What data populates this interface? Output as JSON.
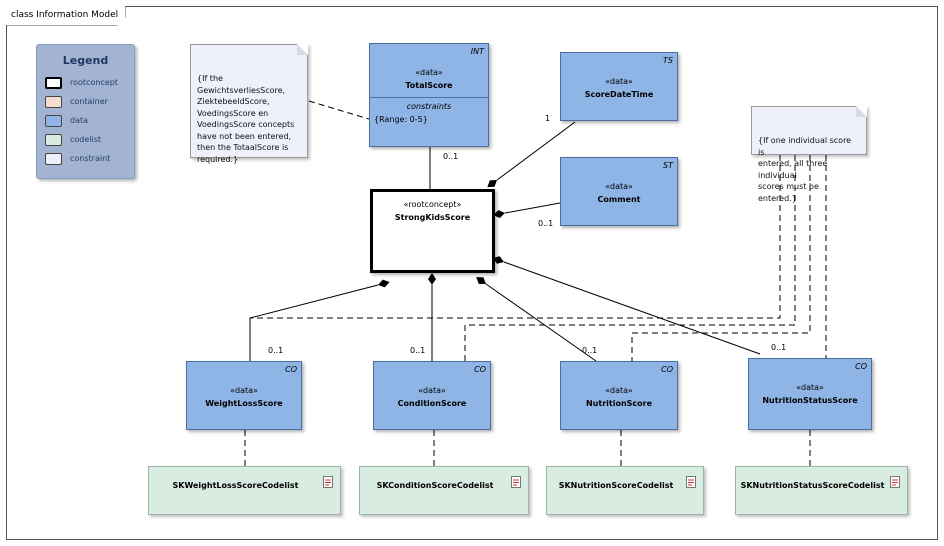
{
  "diagram": {
    "frame_label": "class Information Model"
  },
  "legend": {
    "title": "Legend",
    "items": [
      {
        "label": "rootconcept",
        "color": "#ffffff"
      },
      {
        "label": "container",
        "color": "#f3dcd0"
      },
      {
        "label": "data",
        "color": "#8fb4e6"
      },
      {
        "label": "codelist",
        "color": "#d8ece2"
      },
      {
        "label": "constraint",
        "color": "#eef0fb"
      }
    ]
  },
  "notes": {
    "left": "{If the\nGewichtsverliesScore,\nZiektebeeldScore,\nVoedingsScore en\nVoedingsScore concepts\nhave not been entered,\nthen the TotaalScore is\nrequired.}",
    "right": "{If one individual score is\nentered, all three individual\nscores must be entered.}"
  },
  "root": {
    "stereotype": "«rootconcept»",
    "name": "StrongKidsScore"
  },
  "total_score": {
    "type_tag": "INT",
    "stereotype": "«data»",
    "name": "TotalScore",
    "constraints_header": "constraints",
    "constraint": "{Range: 0-5}"
  },
  "score_date_time": {
    "type_tag": "TS",
    "stereotype": "«data»",
    "name": "ScoreDateTime"
  },
  "comment": {
    "type_tag": "ST",
    "stereotype": "«data»",
    "name": "Comment"
  },
  "weight_loss": {
    "type_tag": "CO",
    "stereotype": "«data»",
    "name": "WeightLossScore"
  },
  "condition": {
    "type_tag": "CO",
    "stereotype": "«data»",
    "name": "ConditionScore"
  },
  "nutrition": {
    "type_tag": "CO",
    "stereotype": "«data»",
    "name": "NutritionScore"
  },
  "nutrition_status": {
    "type_tag": "CO",
    "stereotype": "«data»",
    "name": "NutritionStatusScore"
  },
  "codelists": {
    "weight_loss": "SKWeightLossScoreCodelist",
    "condition": "SKConditionScoreCodelist",
    "nutrition": "SKNutritionScoreCodelist",
    "nutrition_status": "SKNutritionStatusScoreCodelist"
  },
  "multiplicities": {
    "total_score": "0..1",
    "score_date_time": "1",
    "comment": "0..1",
    "weight_loss": "0..1",
    "condition": "0..1",
    "nutrition": "0..1",
    "nutrition_status": "0..1"
  }
}
